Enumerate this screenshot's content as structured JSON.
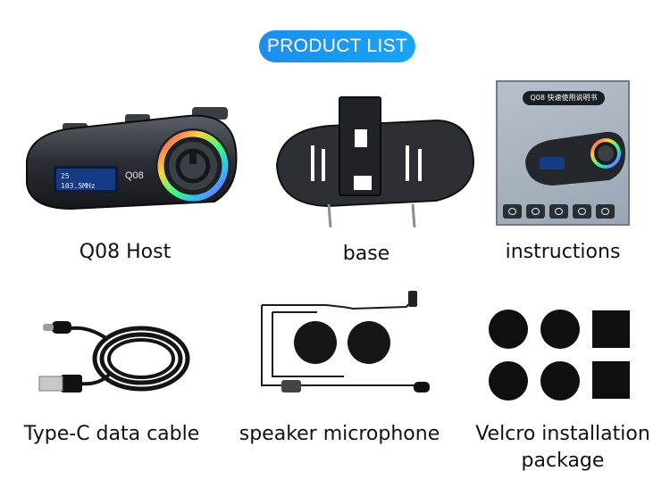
{
  "header": {
    "title": "PRODUCT LIST"
  },
  "products": [
    {
      "label": "Q08 Host",
      "device_text": "Q08",
      "screen_line1": "25",
      "screen_line2": "103.5MHz"
    },
    {
      "label": "base"
    },
    {
      "label": "instructions",
      "manual_title": "Q08 快速使用说明书"
    },
    {
      "label": "Type-C data cable"
    },
    {
      "label": "speaker microphone"
    },
    {
      "label": "Velcro installation\npackage"
    }
  ]
}
